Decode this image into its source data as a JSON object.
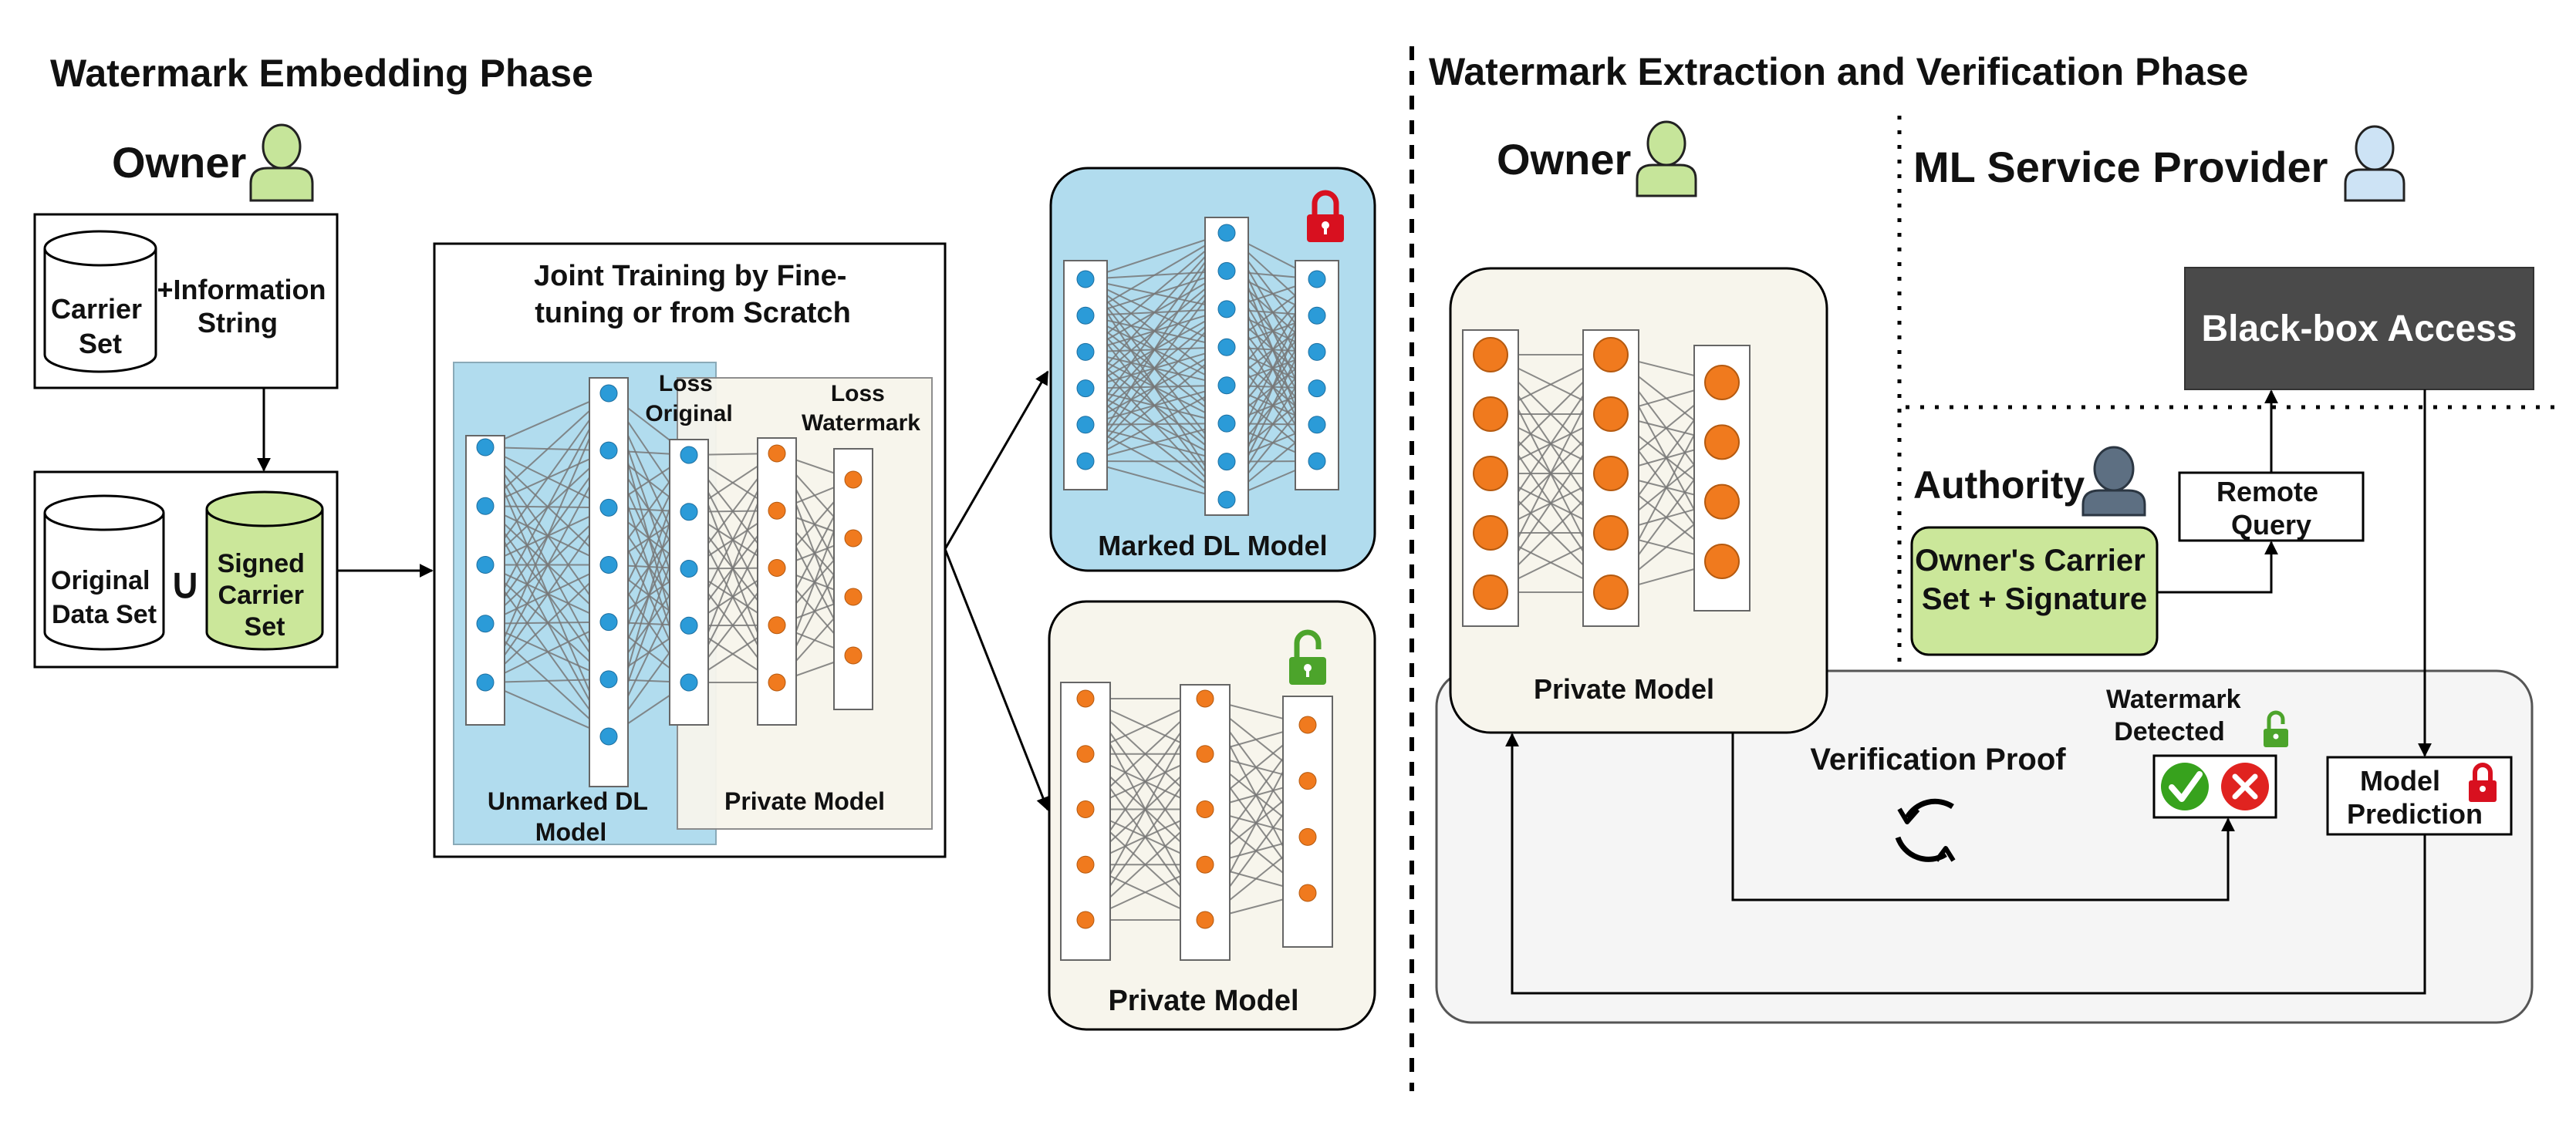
{
  "embedding": {
    "title": "Watermark Embedding Phase",
    "owner_label": "Owner",
    "carrier_set": [
      "Carrier",
      "Set"
    ],
    "info_string": [
      "+Information",
      "String"
    ],
    "original_data_set": [
      "Original",
      "Data Set"
    ],
    "union_symbol": "∪",
    "signed_carrier_set": [
      "Signed",
      "Carrier",
      "Set"
    ],
    "joint_training_title": [
      "Joint Training by Fine-",
      "tuning or from Scratch"
    ],
    "loss_original": [
      "Loss",
      "Original"
    ],
    "loss_watermark": [
      "Loss",
      "Watermark"
    ],
    "unmarked_model": [
      "Unmarked DL",
      "Model"
    ],
    "private_model_inner": "Private Model",
    "marked_model": "Marked DL Model",
    "private_model": "Private Model"
  },
  "extraction": {
    "title": "Watermark Extraction and Verification Phase",
    "owner_label": "Owner",
    "ml_provider_label": "ML Service Provider",
    "black_box": "Black-box Access",
    "authority_label": "Authority",
    "remote_query": [
      "Remote",
      "Query"
    ],
    "owners_carrier": [
      "Owner's Carrier",
      "Set + Signature"
    ],
    "private_model": "Private Model",
    "watermark_detected": [
      "Watermark",
      "Detected"
    ],
    "verification_proof": "Verification Proof",
    "model_prediction": [
      "Model",
      "Prediction"
    ]
  },
  "colors": {
    "owner_icon": "#c6e59a",
    "provider_icon": "#cde3f5",
    "authority_icon": "#5d6f82",
    "blue_panel": "#b1dcee",
    "beige_panel": "#f7f5ec",
    "light_gray_panel": "#f5f5f5",
    "green_fill": "#cbe79a",
    "blue_node": "#2b9bd8",
    "orange_node": "#f07a1e",
    "black_box_bg": "#4a4a4a",
    "lock_red": "#d8101f",
    "lock_green": "#4ca42b",
    "check_green": "#37a21d",
    "cross_red": "#e02320"
  },
  "icons": [
    "person-icon",
    "lock-icon",
    "unlock-icon",
    "refresh-icon",
    "check-icon",
    "cross-icon",
    "database-icon"
  ]
}
